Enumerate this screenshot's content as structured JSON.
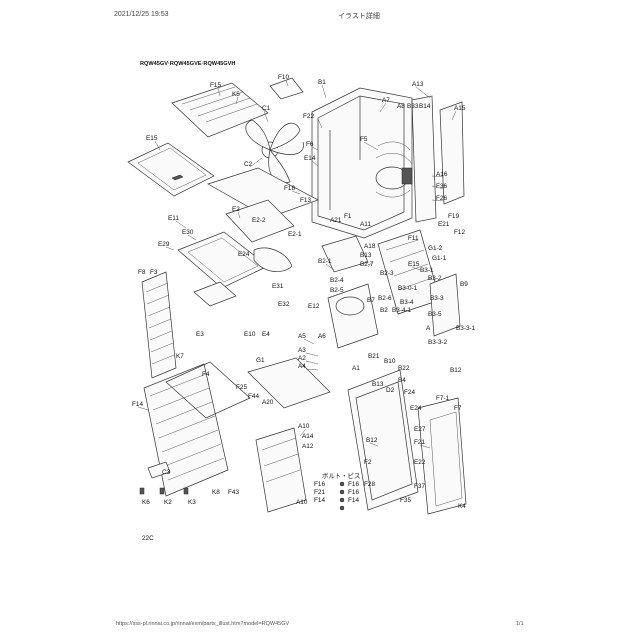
{
  "header": {
    "datetime": "2021/12/25 19:53",
    "title": "イラスト詳細"
  },
  "diagram": {
    "model_title": "RQW45GV·RQW45GVE·RQW45GVH",
    "legend_title": "ボルト・ビス",
    "page_code": "22C",
    "labels": {
      "F15": "F15",
      "F10": "F10",
      "K5": "K5",
      "C1": "C1",
      "E15": "E15",
      "C2": "C2",
      "B1": "B1",
      "A7": "A7",
      "A13": "A13",
      "A8": "A8",
      "B33": "B33",
      "B14": "B14",
      "A15": "A15",
      "F22": "F22",
      "F5": "F5",
      "F6": "F6",
      "E14": "E14",
      "F18": "F18",
      "F13": "F13",
      "F1": "F1",
      "A16": "A16",
      "F36": "F36",
      "F26": "F26",
      "E2_top": "E2",
      "A21": "A21",
      "A11": "A11",
      "F19": "F19",
      "E21": "E21",
      "F12": "F12",
      "E11": "E11",
      "E30": "E30",
      "E2_2": "E2-2",
      "E2_1": "E2-1",
      "A18": "A18",
      "F11": "F11",
      "G1_2": "G1-2",
      "G1_1": "G1-1",
      "E29": "E29",
      "E24": "E24",
      "B13": "B13",
      "E15b": "E15",
      "B3_1": "B3-1",
      "B2_1": "B2-1",
      "B2_7": "B2-7",
      "B3_2": "B3-2",
      "B3_3": "B3-3",
      "F8": "F8",
      "F3": "F3",
      "E31": "E31",
      "B2_4": "B2-4",
      "B2_5": "B2-5",
      "B2_3": "B2-3",
      "B9": "B9",
      "E32": "E32",
      "E12": "E12",
      "B7": "B7",
      "B2_6": "B2-6",
      "B3_0_1": "B3-0-1",
      "B3_4": "B3-4",
      "B2": "B2",
      "B3_4_1": "B3-4-1",
      "B3_5": "B3-5",
      "E3": "E3",
      "E10": "E10",
      "E4": "E4",
      "A5": "A5",
      "A6": "A6",
      "A4m": "A",
      "B3_3_1": "B3-3-1",
      "B3_3_2": "B3-3-2",
      "A3": "A3",
      "A2": "A2",
      "A4": "A4",
      "B21": "B21",
      "B10": "B10",
      "K7": "K7",
      "G1": "G1",
      "A1": "A1",
      "B22": "B22",
      "B12r": "B12",
      "F4": "F4",
      "B4": "B4",
      "B13b": "B13",
      "F25": "F25",
      "A20": "A20",
      "F44": "F44",
      "D2": "D2",
      "F24": "F24",
      "F7_1": "F7-1",
      "F7": "F7",
      "F14": "F14",
      "A10": "A10",
      "A14": "A14",
      "A12": "A12",
      "B12": "B12",
      "E24b": "E24",
      "E27": "E27",
      "F21": "F21",
      "E22": "E22",
      "F2": "F2",
      "C3": "C3",
      "K6": "K6",
      "K2": "K2",
      "K3": "K3",
      "K8": "K8",
      "F43": "F43",
      "F16a": "F16",
      "F16b": "F16",
      "F21b": "F21",
      "F14b": "F14",
      "A10b": "A10",
      "F28": "F28",
      "F37": "F37",
      "F35": "F35",
      "K4": "K4",
      "F14c": "F14",
      "F16c": "F16"
    }
  },
  "footer": {
    "url": "https://sss-pl.rinnai.co.jp/rinnai/exm/parts_illust.htm?model=RQW45GV",
    "page": "1/1"
  }
}
